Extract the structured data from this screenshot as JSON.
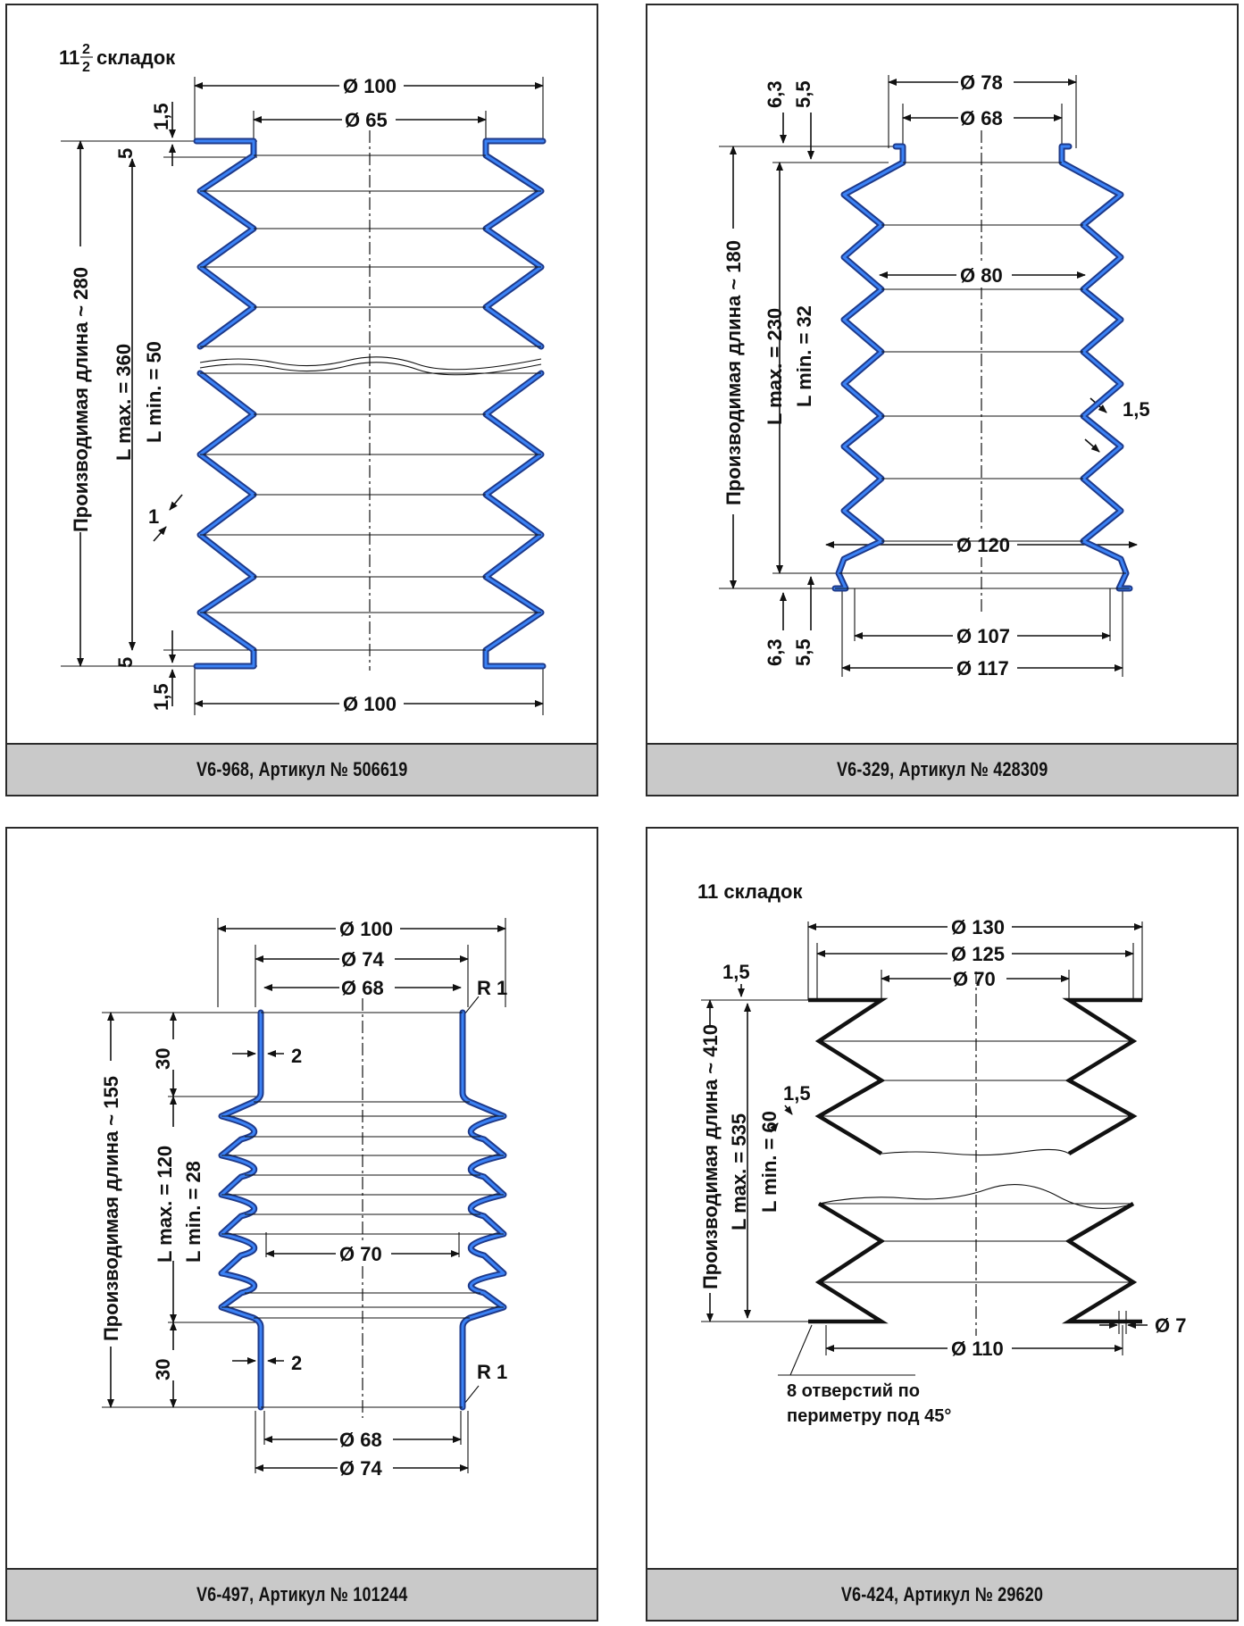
{
  "panels": [
    {
      "caption": "V6-968, Артикул № 506619",
      "folds_label": "11 2/2 складок",
      "folds_whole": "11",
      "folds_num": "2",
      "folds_den": "2",
      "folds_word": "складок",
      "dims": {
        "d_top_outer": "Ø 100",
        "d_top_inner": "Ø 65",
        "d_bottom": "Ø 100",
        "flange_top": "1,5",
        "flange_bottom": "1,5",
        "land_top": "5",
        "land_bottom": "5",
        "wall": "1",
        "produced_length": "Производимая длина ~ 280",
        "lmax": "L max. = 360",
        "lmin": "L min. = 50"
      }
    },
    {
      "caption": "V6-329, Артикул № 428309",
      "dims": {
        "d_top_outer": "Ø 78",
        "d_top_inner": "Ø 68",
        "d_mid": "Ø 80",
        "d_bottom_fold": "Ø 120",
        "d_bottom_inner": "Ø 107",
        "d_bottom_outer": "Ø 117",
        "top_a": "6,3",
        "top_b": "5,5",
        "bot_a": "6,3",
        "bot_b": "5,5",
        "wall": "1,5",
        "produced_length": "Производимая длина ~ 180",
        "lmax": "L max. = 230",
        "lmin": "L min. = 32"
      }
    },
    {
      "caption": "V6-497, Артикул № 101244",
      "dims": {
        "d_outer": "Ø 100",
        "d_74_top": "Ø 74",
        "d_68_top": "Ø 68",
        "d_70": "Ø 70",
        "d_68_bottom": "Ø 68",
        "d_74_bottom": "Ø 74",
        "r_top": "R 1",
        "r_bottom": "R 1",
        "wall_top": "2",
        "wall_bottom": "2",
        "cuff_top": "30",
        "cuff_bottom": "30",
        "produced_length": "Производимая длина ~ 155",
        "lmax": "L max. = 120",
        "lmin": "L min. = 28"
      }
    },
    {
      "caption": "V6-424, Артикул № 29620",
      "folds_label": "11 складок",
      "dims": {
        "d_130": "Ø 130",
        "d_125": "Ø 125",
        "d_70": "Ø 70",
        "d_110": "Ø 110",
        "hole": "Ø 7",
        "flange": "1,5",
        "wall": "1,5",
        "holes_note_1": "8 отверстий по",
        "holes_note_2": "периметру под 45°",
        "produced_length": "Производимая длина ~ 410",
        "lmax": "L max. = 535",
        "lmin": "L min. = 60"
      }
    }
  ]
}
